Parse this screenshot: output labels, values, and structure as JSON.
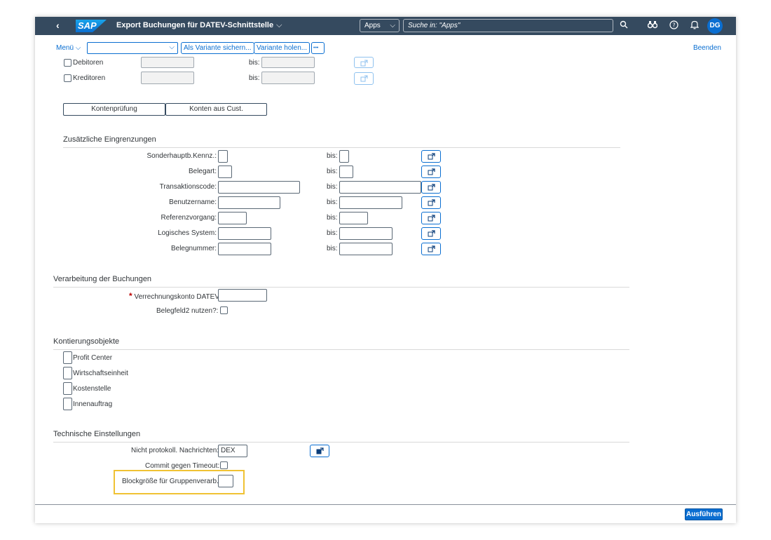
{
  "shell": {
    "back_glyph": "‹",
    "logo_text": "SAP",
    "title": "Export Buchungen für DATEV-Schnittstelle",
    "title_chevron": "⌵",
    "apps_label": "Apps",
    "apps_chevron": "⌵",
    "search_placeholder": "Suche in: \"Apps\"",
    "avatar_initials": "DG",
    "icons": [
      "search-icon",
      "binoculars-icon",
      "help-icon",
      "bell-icon"
    ]
  },
  "toolbar": {
    "menu_label": "Menü",
    "menu_chevron": "⌵",
    "variant_value": "",
    "variant_chevron": "⌵",
    "save_variant": "Als Variante sichern...",
    "get_variant": "Variante holen...",
    "more_label": "•••",
    "exit_label": "Beenden"
  },
  "accounts": {
    "debitoren": "Debitoren",
    "kreditoren": "Kreditoren",
    "bis": "bis:",
    "check_button": "Kontenprüfung",
    "cust_button": "Konten aus Cust."
  },
  "additional": {
    "title": "Zusätzliche Eingrenzungen",
    "bis": "bis:",
    "rows": [
      {
        "label": "Sonderhauptb.Kennz.:"
      },
      {
        "label": "Belegart:"
      },
      {
        "label": "Transaktionscode:"
      },
      {
        "label": "Benutzername:"
      },
      {
        "label": "Referenzvorgang:"
      },
      {
        "label": "Logisches System:"
      },
      {
        "label": "Belegnummer:"
      }
    ]
  },
  "processing": {
    "title": "Verarbeitung der Buchungen",
    "required_mark": "*",
    "clearing_label": "Verrechnungskonto DATEV:",
    "clearing_value": "",
    "belegfeld_label": "Belegfeld2 nutzen?:"
  },
  "assignment": {
    "title": "Kontierungsobjekte",
    "items": [
      "Profit Center",
      "Wirtschaftseinheit",
      "Kostenstelle",
      "Innenauftrag"
    ]
  },
  "technical": {
    "title": "Technische Einstellungen",
    "messages_label": "Nicht protokoll. Nachrichten:",
    "messages_value": "DEX",
    "commit_label": "Commit gegen Timeout:",
    "blocksize_label": "Blockgröße für Gruppenverarb.:",
    "blocksize_value": ""
  },
  "footer": {
    "execute_label": "Ausführen"
  },
  "colors": {
    "shell": "#354a5f",
    "accent": "#0a6ed1",
    "highlight": "#f0c233",
    "required": "#bb0000"
  }
}
